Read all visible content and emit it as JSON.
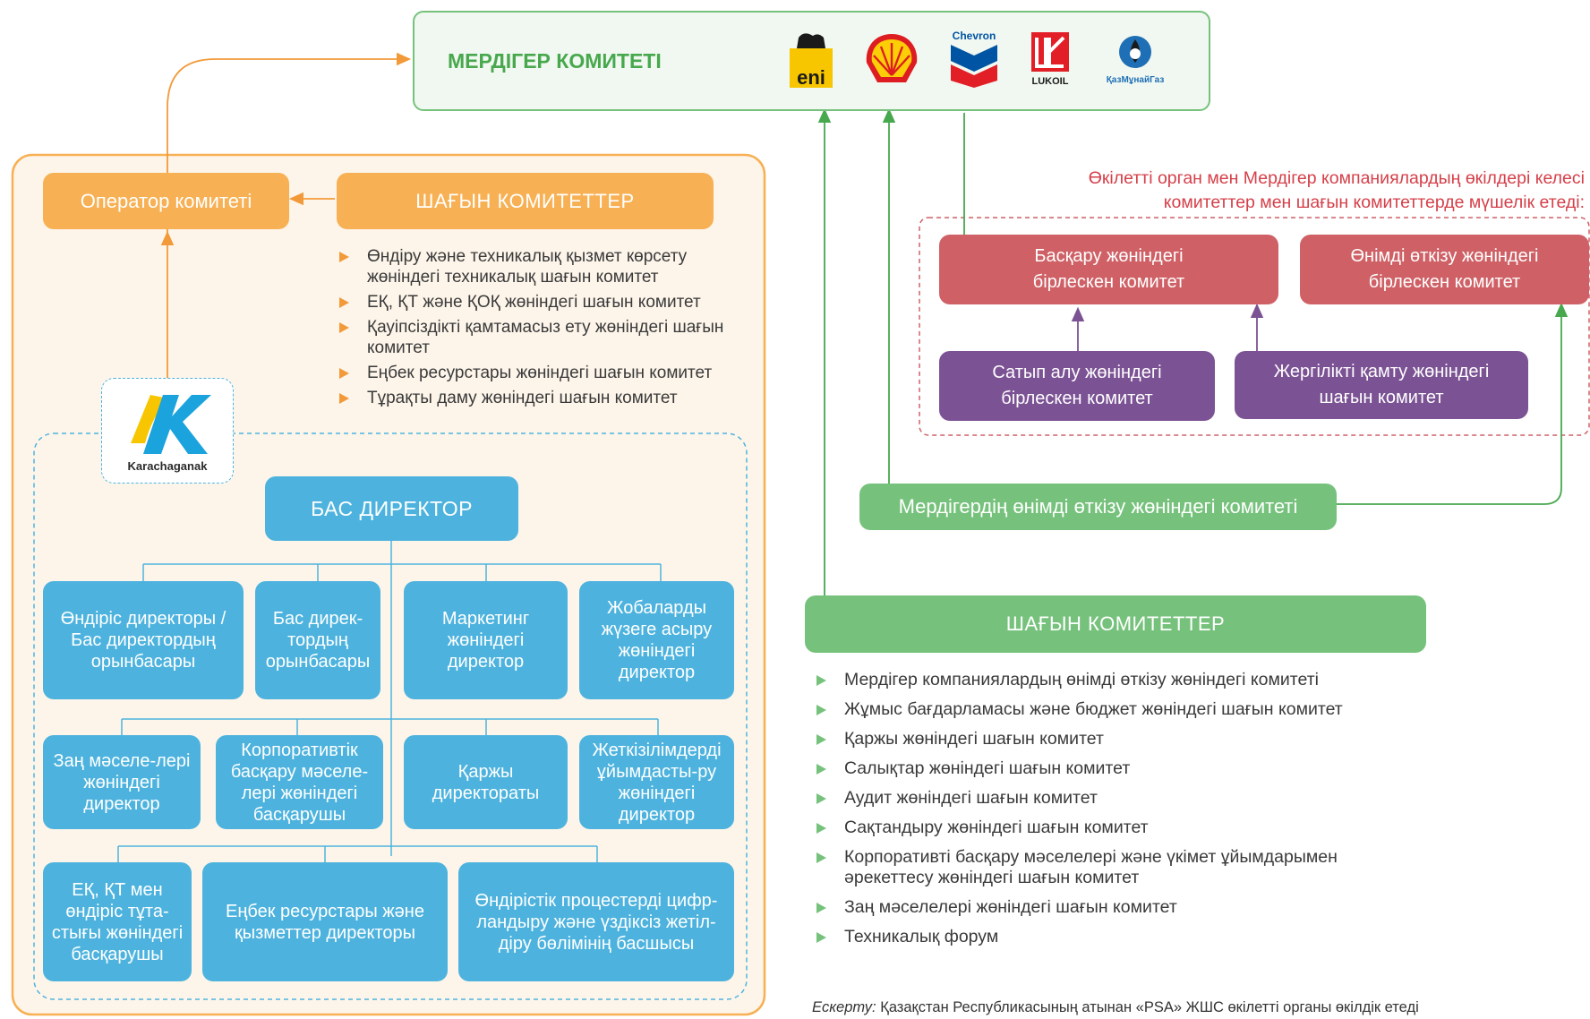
{
  "contractor": {
    "title": "МЕРДІГЕР КОМИТЕТІ",
    "logos": [
      {
        "name": "eni-logo",
        "text": "eni"
      },
      {
        "name": "shell-logo",
        "text": ""
      },
      {
        "name": "chevron-logo",
        "text": "Chevron"
      },
      {
        "name": "lukoil-logo",
        "text": "LUKOIL"
      },
      {
        "name": "kazmunaigaz-logo",
        "text": "ҚазМұнайГаз"
      }
    ]
  },
  "operator": {
    "committee_label": "Оператор комитеті",
    "subcommittees_header": "ШАҒЫН КОМИТЕТТЕР",
    "subcommittees": [
      "Өндіру және техникалық қызмет көрсету жөніндегі техникалық шағын комитет",
      "ЕҚ, ҚТ және ҚОҚ жөніндегі шағын комитет",
      "Қауіпсіздікті қамтамасыз ету жөніндегі шағын комитет",
      "Еңбек ресурстары жөніндегі шағын комитет",
      "Тұрақты даму жөніндегі шағын комитет"
    ],
    "logo_text": "Karachaganak"
  },
  "org": {
    "ceo": "БАС ДИРЕКТОР",
    "row1": [
      "Өндіріс директоры / Бас директордың орынбасары",
      "Бас дирек-тордың орынбасары",
      "Маркетинг жөніндегі директор",
      "Жобаларды жүзеге асыру жөніндегі директор"
    ],
    "row2": [
      "Заң мәселе-лері жөніндегі директор",
      "Корпоративтік басқару мәселе-лері жөніндегі басқарушы",
      "Қаржы директораты",
      "Жеткізілімдерді ұйымдасты-ру жөніндегі директор"
    ],
    "row3": [
      "ЕҚ, ҚТ мен өндіріс тұта-стығы жөніндегі басқарушы",
      "Еңбек ресурстары және қызметтер директоры",
      "Өндірістік процестерді цифр-ландыру және үздіксіз жетіл-діру бөлімінің басшысы"
    ]
  },
  "joint": {
    "note_line1": "Өкілетті орган мен Мердігер компаниялардың өкілдері келесі",
    "note_line2": "комитеттер мен шағын комитеттерде мүшелік етеді:",
    "management": "Басқару жөніндегі бірлескен комитет",
    "marketing": "Өнімді өткізу жөніндегі бірлескен комитет",
    "procurement": "Сатып алу жөніндегі бірлескен комитет",
    "local_content": "Жергілікті қамту жөніндегі шағын комитет",
    "contractor_marketing": "Мердігердің өнімді өткізу жөніндегі комитеті"
  },
  "contractor_subcommittees": {
    "header": "ШАҒЫН КОМИТЕТТЕР",
    "items": [
      "Мердігер компаниялардың өнімді өткізу жөніндегі комитеті",
      "Жұмыс бағдарламасы және бюджет жөніндегі шағын комитет",
      "Қаржы жөніндегі шағын комитет",
      "Салықтар жөніндегі шағын комитет",
      "Аудит жөніндегі шағын комитет",
      "Сақтандыру жөніндегі шағын комитет",
      "Корпоративті басқару мәселелері және үкімет ұйымдарымен әрекеттесу жөніндегі шағын комитет",
      "Заң мәселелері жөніндегі шағын комитет",
      "Техникалық форум"
    ]
  },
  "footnote": {
    "label": "Ескерту:",
    "text": " Қазақстан Республикасының атынан «PSA» ЖШС өкілетті органы өкілдік етеді"
  },
  "colors": {
    "orange": "#f7b053",
    "blue": "#4db3de",
    "red": "#cf6166",
    "purple": "#7b5294",
    "green": "#76c27c",
    "contractor_text": "#47a84d"
  }
}
